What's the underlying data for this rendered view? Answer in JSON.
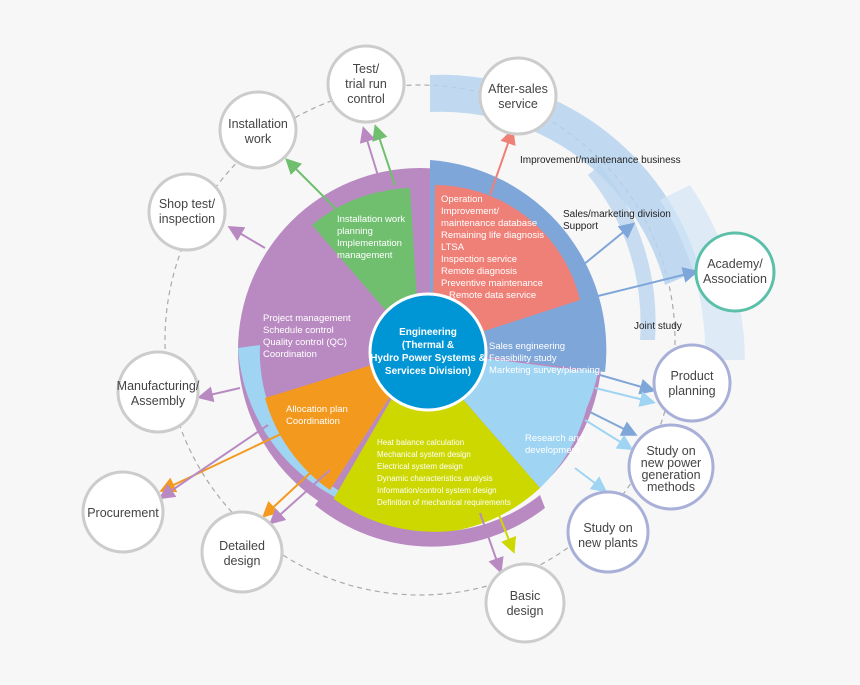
{
  "center": {
    "lines": [
      "Engineering",
      "(Thermal &",
      "Hydro Power Systems &",
      "Services Division)"
    ],
    "color": "#0096d6"
  },
  "segments": {
    "service": {
      "color": "#ef8078",
      "lines": [
        "Operation",
        "Improvement/",
        "maintenance database",
        "Remaining life diagnosis",
        "LTSA",
        "Inspection service",
        "Remote diagnosis",
        "Preventive maintenance",
        "Remote data service"
      ]
    },
    "installation": {
      "color": "#6fbf6f",
      "lines": [
        "Installation work",
        "planning",
        "Implementation",
        "management"
      ]
    },
    "project": {
      "color": "#b98ac2",
      "lines": [
        "Project management",
        "Schedule control",
        "Quality control (QC)",
        "Coordination"
      ]
    },
    "allocation": {
      "color": "#f39a1e",
      "lines": [
        "Allocation plan",
        "Coordination"
      ]
    },
    "design": {
      "color": "#cdd800",
      "lines": [
        "Heat balance calculation",
        "Mechanical system design",
        "Electrical system design",
        "Dynamic characteristics analysis",
        "Information/control system design",
        "Definition of mechanical requirements"
      ]
    },
    "sales": {
      "color": "#7fa6d8",
      "lines": [
        "Sales engineering",
        "Feasibility study",
        "Marketing survey/planning"
      ]
    },
    "research": {
      "color": "#9fd4f2",
      "lines": [
        "Research and",
        "development"
      ]
    }
  },
  "outer_labels": {
    "improvement": "Improvement/maintenance business",
    "sales_support": [
      "Sales/marketing division",
      "Support"
    ],
    "joint_study": "Joint study"
  },
  "nodes": {
    "test_run": [
      "Test/",
      "trial run",
      "control"
    ],
    "after_sales": [
      "After-sales",
      "service"
    ],
    "installation": [
      "Installation",
      "work"
    ],
    "shop_test": [
      "Shop test/",
      "inspection"
    ],
    "academy": [
      "Academy/",
      "Association"
    ],
    "manufacturing": [
      "Manufacturing/",
      "Assembly"
    ],
    "product_planning": [
      "Product",
      "planning"
    ],
    "procurement": [
      "Procurement"
    ],
    "study_power": [
      "Study on",
      "new power",
      "generation",
      "methods"
    ],
    "detailed_design": [
      "Detailed",
      "design"
    ],
    "study_plants": [
      "Study on",
      "new plants"
    ],
    "basic_design": [
      "Basic",
      "design"
    ]
  },
  "colors": {
    "node_border": "#cccccc",
    "academy_border": "#5cc0a8",
    "planning_border": "#a9b0d8",
    "band_blue": "#b7d3ee",
    "arrow_pink": "#ef8078",
    "arrow_green": "#6fbf6f",
    "arrow_purple": "#b98ac2",
    "arrow_blue": "#7fa6d8",
    "arrow_lightblue": "#9fd4f2",
    "arrow_orange": "#f39a1e",
    "arrow_yellow": "#cdd800"
  }
}
